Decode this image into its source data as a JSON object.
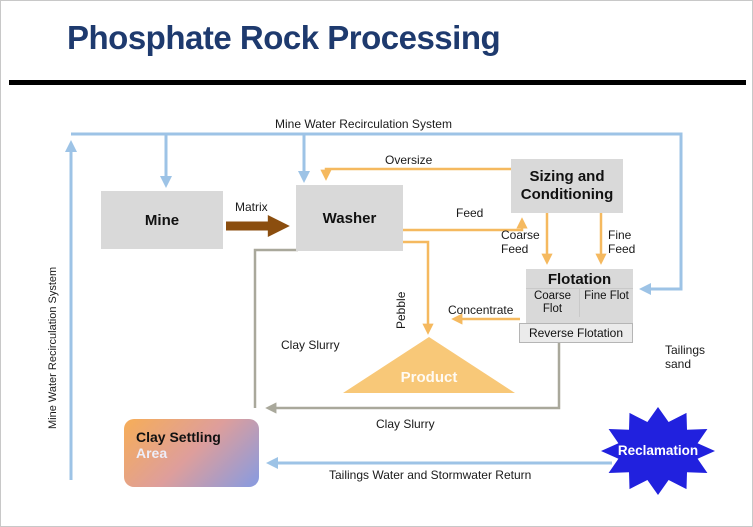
{
  "title": "Phosphate Rock Processing",
  "colors": {
    "navy": "#1E3A6E",
    "blue": "#9DC3E6",
    "orange": "#F5B95F",
    "brown": "#8B4E0F",
    "gray_flow": "#A9A89B",
    "box_gray": "#D9D9D9",
    "box_gray_light": "#EBEBEB",
    "product_fill": "#F8C878",
    "star_blue": "#2121DE",
    "clay_grad_start": "#F4AC5E",
    "clay_grad_mid": "#DE9E9B",
    "clay_grad_end": "#8E9BDB"
  },
  "nodes": {
    "mine": {
      "label": "Mine"
    },
    "washer": {
      "label": "Washer"
    },
    "sizing": {
      "label": "Sizing and Conditioning"
    },
    "flotation": {
      "label": "Flotation",
      "coarse": "Coarse Flot",
      "fine": "Fine Flot"
    },
    "reverse_flotation": {
      "label": "Reverse Flotation"
    },
    "product": {
      "label": "Product"
    },
    "clay_settling": {
      "line1": "Clay Settling",
      "line2": "Area"
    },
    "reclamation": {
      "label": "Reclamation"
    }
  },
  "flows": {
    "mine_water_top": "Mine Water Recirculation System",
    "mine_water_left": "Mine Water Recirculation System",
    "matrix": "Matrix",
    "oversize": "Oversize",
    "feed": "Feed",
    "coarse_feed": "Coarse Feed",
    "fine_feed": "Fine Feed",
    "pebble": "Pebble",
    "concentrate": "Concentrate",
    "clay_slurry_1": "Clay Slurry",
    "clay_slurry_2": "Clay Slurry",
    "tailings_sand": "Tailings sand",
    "tailings_water": "Tailings Water and Stormwater Return"
  }
}
